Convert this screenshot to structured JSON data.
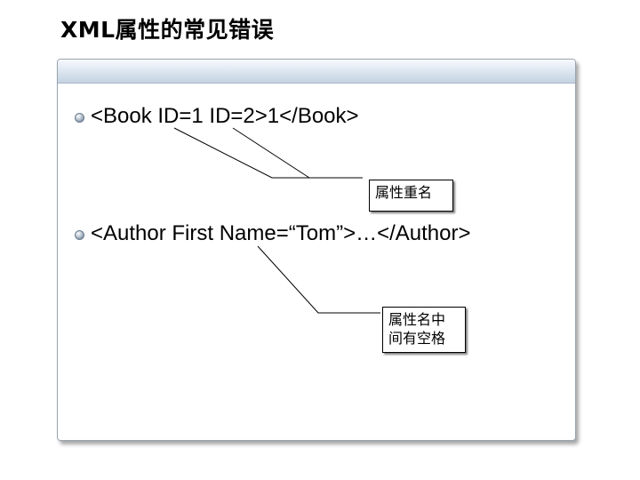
{
  "title": "XML属性的常见错误",
  "bullets": [
    {
      "text": "<Book ID=1 ID=2>1</Book>"
    },
    {
      "text": "<Author First Name=“Tom”>…</Author>"
    }
  ],
  "callouts": [
    {
      "text": "属性重名"
    },
    {
      "line1": "属性名中",
      "line2": "间有空格"
    }
  ]
}
